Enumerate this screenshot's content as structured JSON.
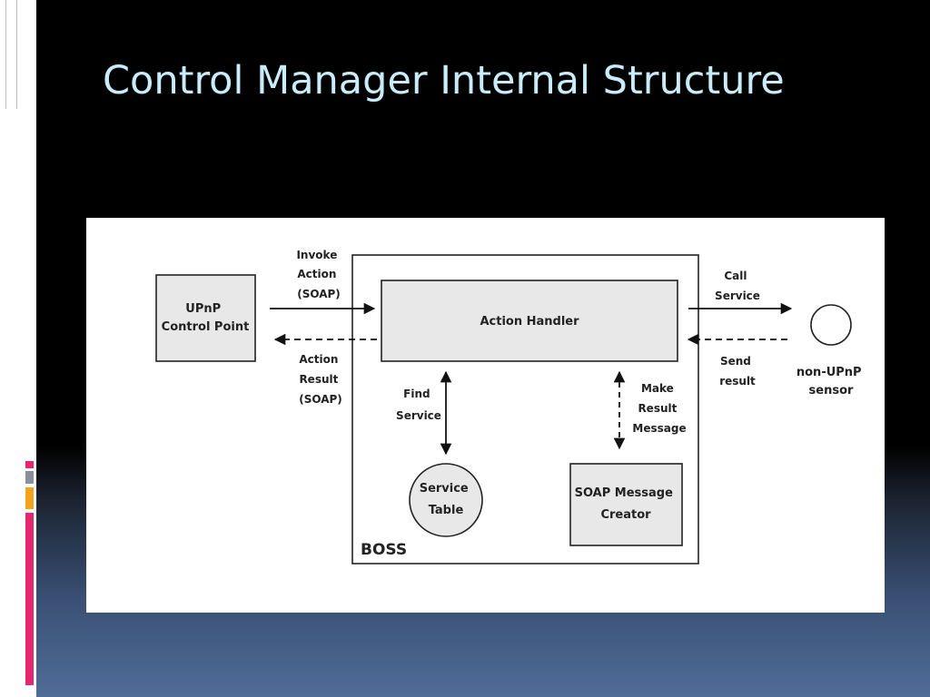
{
  "slide": {
    "title": "Control Manager Internal Structure"
  },
  "colors": {
    "title": "#c9ecfa",
    "accent_magenta": "#e6266e",
    "accent_gray": "#8a8f99",
    "accent_orange": "#f2a51a"
  },
  "diagram": {
    "boss_label": "BOSS",
    "control_point": [
      "UPnP",
      "Control Point"
    ],
    "action_handler": "Action  Handler",
    "sensor": [
      "non-UPnP",
      "sensor"
    ],
    "service_table": [
      "Service",
      "Table"
    ],
    "soap_creator": [
      "SOAP Message",
      "Creator"
    ],
    "invoke_action": [
      "Invoke",
      "Action",
      "(SOAP)"
    ],
    "action_result": [
      "Action",
      "Result",
      "(SOAP)"
    ],
    "call_service": [
      "Call",
      "Service"
    ],
    "send_result": [
      "Send",
      "result"
    ],
    "find_service": [
      "Find",
      "Service"
    ],
    "make_result_message": [
      "Make",
      "Result",
      "Message"
    ]
  }
}
